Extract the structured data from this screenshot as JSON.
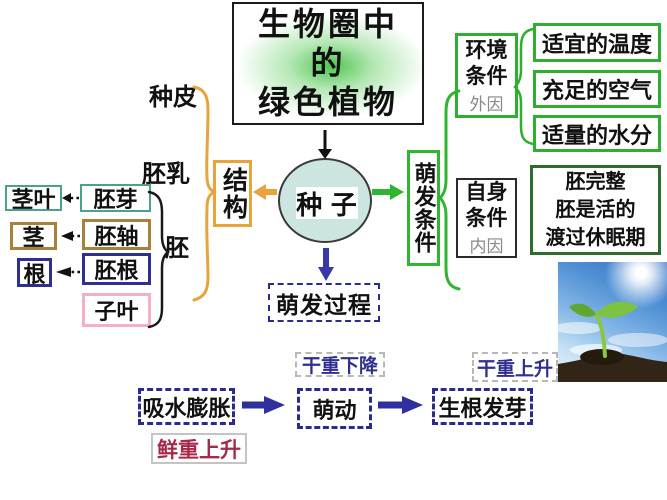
{
  "title": {
    "line1": "生物圈中",
    "line2": "的",
    "line3": "绿色植物"
  },
  "seed": {
    "label": "种 子"
  },
  "structure": {
    "label": "结构",
    "seed_coat": "种皮",
    "endosperm": "胚乳",
    "embryo": "胚",
    "embryo_rows": [
      {
        "part": "胚芽",
        "becomes": "茎叶"
      },
      {
        "part": "胚轴",
        "becomes": "茎"
      },
      {
        "part": "胚根",
        "becomes": "根"
      },
      {
        "part": "子叶",
        "becomes": ""
      }
    ]
  },
  "germination": {
    "label": "萌发条件",
    "external": {
      "name": "环境条件",
      "tag": "外因",
      "items": [
        "适宜的温度",
        "充足的空气",
        "适量的水分"
      ]
    },
    "internal": {
      "name": "自身条件",
      "tag": "内因",
      "items": [
        "胚完整",
        "胚是活的",
        "渡过休眠期"
      ]
    }
  },
  "process": {
    "label": "萌发过程",
    "steps": [
      "吸水膨胀",
      "萌动",
      "生根发芽"
    ],
    "dry_weight_down": "干重下降",
    "dry_weight_up": "干重上升",
    "fresh_weight_up": "鲜重上升"
  },
  "colors": {
    "orange": "#E8A33C",
    "bright_green": "#2FB52F",
    "dark_green": "#2F6B2F",
    "teal": "#4AA18D",
    "olive": "#A6813B",
    "navy": "#2F2F8F",
    "pink": "#F2AFC6",
    "dark_red": "#A52A4A",
    "ellipse_fill": "#CDE5E1",
    "tag_gray": "#8A8A8A"
  }
}
